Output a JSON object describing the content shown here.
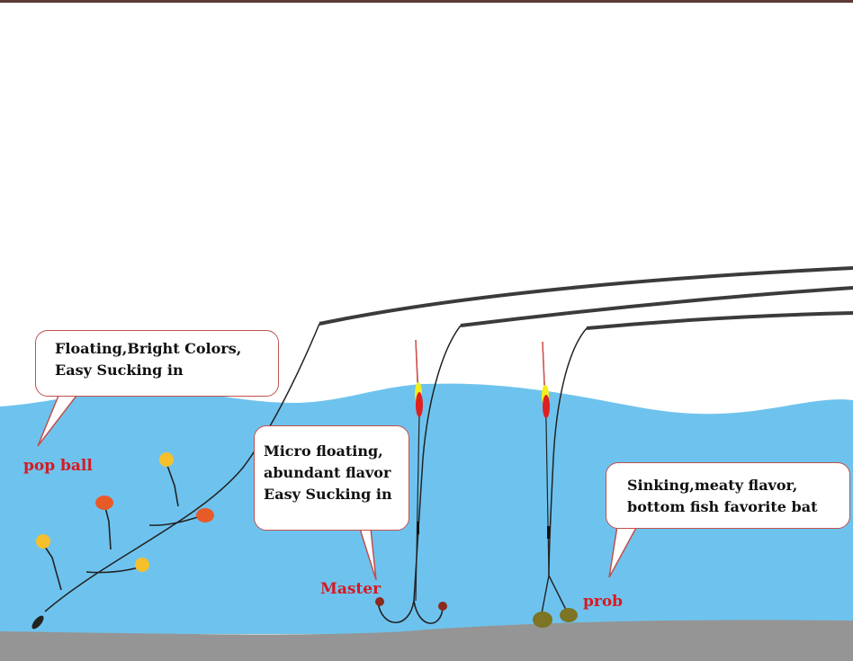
{
  "colors": {
    "water": "#6ec3ee",
    "ground": "#959595",
    "bubble_border": "#c0504d",
    "label_red": "#d71920",
    "rod": "#3d3a3b",
    "topbar": "#5a3a3a"
  },
  "callouts": {
    "pop_ball": {
      "lines": [
        "Floating,Bright Colors,",
        "Easy Sucking in"
      ]
    },
    "master": {
      "lines": [
        "Micro floating,",
        "abundant flavor",
        "Easy Sucking in"
      ]
    },
    "prob": {
      "lines": [
        "Sinking,meaty flavor,",
        "bottom fish favorite bat"
      ]
    }
  },
  "labels": {
    "pop_ball": "pop ball",
    "master": "Master",
    "prob": "prob"
  }
}
